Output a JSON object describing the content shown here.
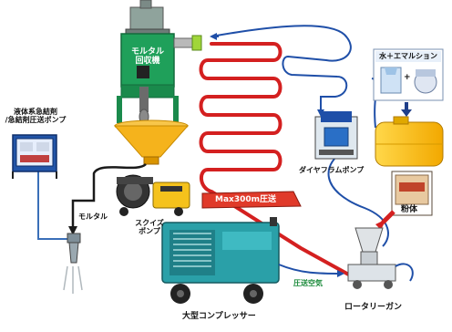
{
  "labels": {
    "mortar_recovery_1": "モルタル",
    "mortar_recovery_2": "回収機",
    "liquid_pump_1": "液体系急結剤",
    "liquid_pump_2": "/急結剤圧送ポンプ",
    "mortar": "モルタル",
    "squeeze_pump_1": "スクイズ",
    "squeeze_pump_2": "ポンプ",
    "max_transport": "Max300m圧送",
    "compressor": "大型コンプレッサー",
    "pressure_air": "圧送空気",
    "rotary_gun": "ロータリーガン",
    "diaphragm_pump": "ダイヤフラムポンプ",
    "water_emulsion": "水＋エマルション",
    "plus": "+",
    "powder": "粉体"
  },
  "colors": {
    "red_hose": "#d42020",
    "blue_line": "#1f4fa8",
    "green_machine": "#1fa05a",
    "hopper_orange": "#f5b31c",
    "tank_yellow": "#ffc21a",
    "compressor_teal": "#2aa0a8",
    "banner_red": "#e03a2a",
    "green_text": "#1a8a3a"
  }
}
